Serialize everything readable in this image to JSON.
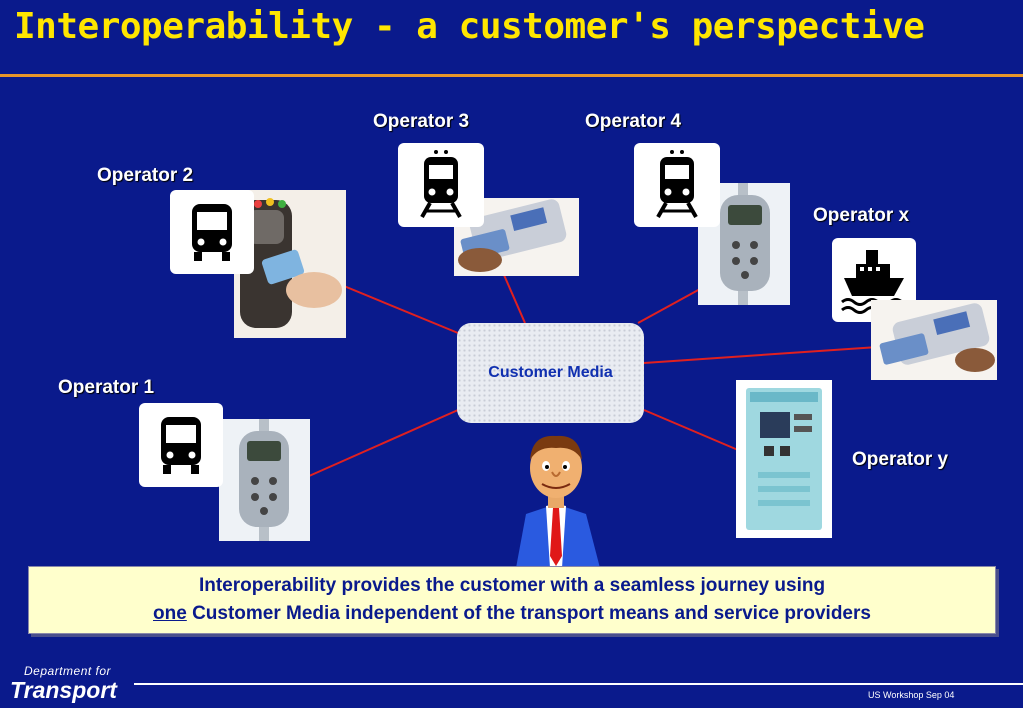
{
  "title": "Interoperability - a customer's perspective",
  "operators": [
    {
      "label": "Operator 1",
      "icon": "bus-icon"
    },
    {
      "label": "Operator 2",
      "icon": "bus-icon"
    },
    {
      "label": "Operator 3",
      "icon": "train-icon"
    },
    {
      "label": "Operator 4",
      "icon": "train-icon"
    },
    {
      "label": "Operator x",
      "icon": "ship-icon"
    },
    {
      "label": "Operator y",
      "icon": "ticket-machine-icon"
    }
  ],
  "center": {
    "label": "Customer Media"
  },
  "callout": {
    "line1": "Interoperability provides the customer with a seamless journey using",
    "line2_underlined": "one",
    "line2_rest": " Customer Media independent of the transport means and service providers"
  },
  "footer": {
    "dept_line1": "Department for",
    "dept_line2": "Transport",
    "note": "US Workshop Sep 04"
  },
  "colors": {
    "background": "#0a1a8c",
    "title": "#ffe600",
    "accent": "#e8962a",
    "link": "#e02020",
    "callout_bg": "#ffffcc"
  }
}
